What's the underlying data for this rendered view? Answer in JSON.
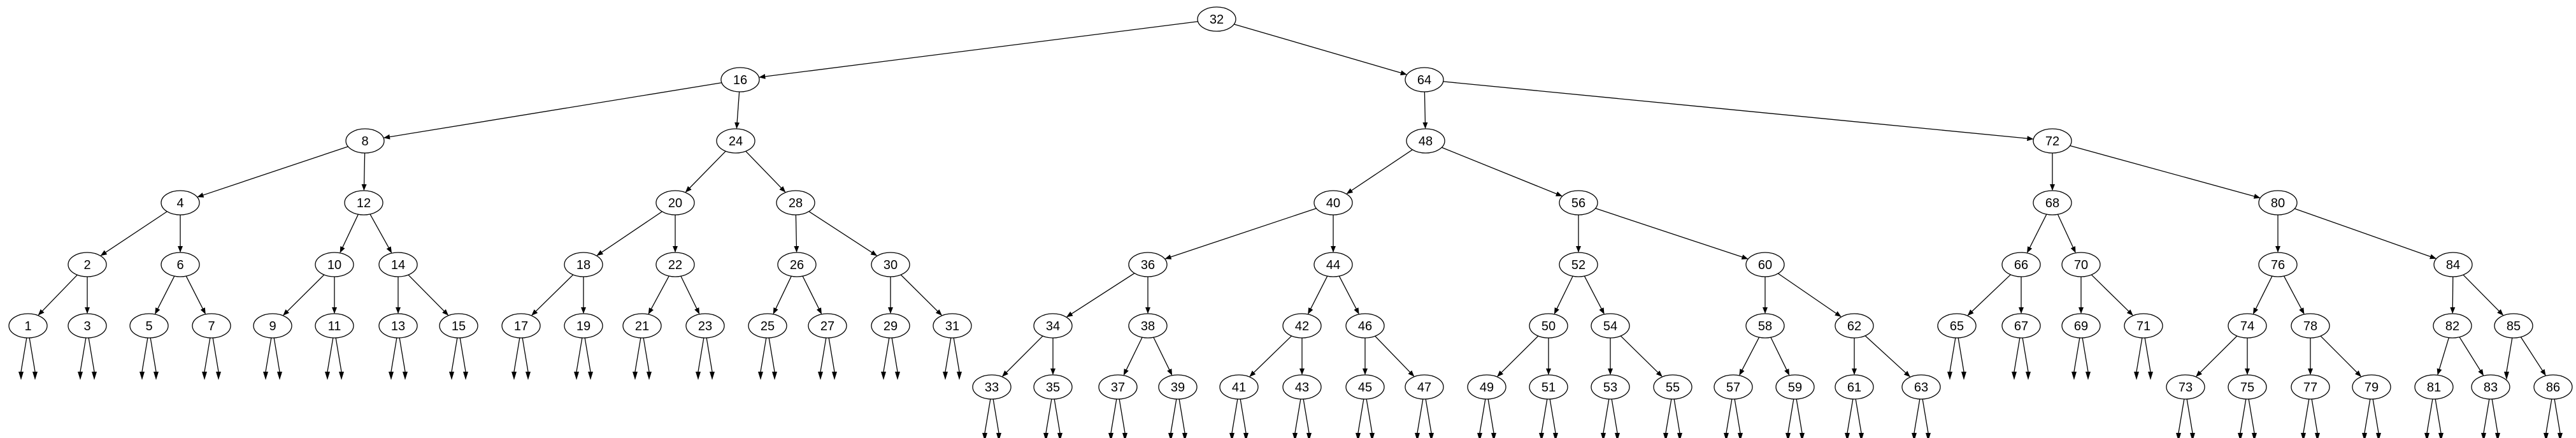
{
  "tree": {
    "root": "32",
    "nodes": [
      {
        "key": "32",
        "left": "16",
        "right": "64"
      },
      {
        "key": "16",
        "left": "8",
        "right": "24"
      },
      {
        "key": "64",
        "left": "48",
        "right": "72"
      },
      {
        "key": "8",
        "left": "4",
        "right": "12"
      },
      {
        "key": "24",
        "left": "20",
        "right": "28"
      },
      {
        "key": "48",
        "left": "40",
        "right": "56"
      },
      {
        "key": "72",
        "left": "68",
        "right": "80"
      },
      {
        "key": "4",
        "left": "2",
        "right": "6"
      },
      {
        "key": "12",
        "left": "10",
        "right": "14"
      },
      {
        "key": "20",
        "left": "18",
        "right": "22"
      },
      {
        "key": "28",
        "left": "26",
        "right": "30"
      },
      {
        "key": "40",
        "left": "36",
        "right": "44"
      },
      {
        "key": "56",
        "left": "52",
        "right": "60"
      },
      {
        "key": "68",
        "left": "66",
        "right": "70"
      },
      {
        "key": "80",
        "left": "76",
        "right": "84"
      },
      {
        "key": "2",
        "left": "1",
        "right": "3"
      },
      {
        "key": "6",
        "left": "5",
        "right": "7"
      },
      {
        "key": "10",
        "left": "9",
        "right": "11"
      },
      {
        "key": "14",
        "left": "13",
        "right": "15"
      },
      {
        "key": "18",
        "left": "17",
        "right": "19"
      },
      {
        "key": "22",
        "left": "21",
        "right": "23"
      },
      {
        "key": "26",
        "left": "25",
        "right": "27"
      },
      {
        "key": "30",
        "left": "29",
        "right": "31"
      },
      {
        "key": "36",
        "left": "34",
        "right": "38"
      },
      {
        "key": "44",
        "left": "42",
        "right": "46"
      },
      {
        "key": "52",
        "left": "50",
        "right": "54"
      },
      {
        "key": "60",
        "left": "58",
        "right": "62"
      },
      {
        "key": "66",
        "left": "65",
        "right": "67"
      },
      {
        "key": "70",
        "left": "69",
        "right": "71"
      },
      {
        "key": "76",
        "left": "74",
        "right": "78"
      },
      {
        "key": "84",
        "left": "82",
        "right": "85"
      },
      {
        "key": "1",
        "left": null,
        "right": null
      },
      {
        "key": "3",
        "left": null,
        "right": null
      },
      {
        "key": "5",
        "left": null,
        "right": null
      },
      {
        "key": "7",
        "left": null,
        "right": null
      },
      {
        "key": "9",
        "left": null,
        "right": null
      },
      {
        "key": "11",
        "left": null,
        "right": null
      },
      {
        "key": "13",
        "left": null,
        "right": null
      },
      {
        "key": "15",
        "left": null,
        "right": null
      },
      {
        "key": "17",
        "left": null,
        "right": null
      },
      {
        "key": "19",
        "left": null,
        "right": null
      },
      {
        "key": "21",
        "left": null,
        "right": null
      },
      {
        "key": "23",
        "left": null,
        "right": null
      },
      {
        "key": "25",
        "left": null,
        "right": null
      },
      {
        "key": "27",
        "left": null,
        "right": null
      },
      {
        "key": "29",
        "left": null,
        "right": null
      },
      {
        "key": "31",
        "left": null,
        "right": null
      },
      {
        "key": "34",
        "left": "33",
        "right": "35"
      },
      {
        "key": "38",
        "left": "37",
        "right": "39"
      },
      {
        "key": "42",
        "left": "41",
        "right": "43"
      },
      {
        "key": "46",
        "left": "45",
        "right": "47"
      },
      {
        "key": "50",
        "left": "49",
        "right": "51"
      },
      {
        "key": "54",
        "left": "53",
        "right": "55"
      },
      {
        "key": "58",
        "left": "57",
        "right": "59"
      },
      {
        "key": "62",
        "left": "61",
        "right": "63"
      },
      {
        "key": "65",
        "left": null,
        "right": null
      },
      {
        "key": "67",
        "left": null,
        "right": null
      },
      {
        "key": "69",
        "left": null,
        "right": null
      },
      {
        "key": "71",
        "left": null,
        "right": null
      },
      {
        "key": "74",
        "left": "73",
        "right": "75"
      },
      {
        "key": "78",
        "left": "77",
        "right": "79"
      },
      {
        "key": "82",
        "left": "81",
        "right": "83"
      },
      {
        "key": "85",
        "left": null,
        "right": "86"
      },
      {
        "key": "33",
        "left": null,
        "right": null
      },
      {
        "key": "35",
        "left": null,
        "right": null
      },
      {
        "key": "37",
        "left": null,
        "right": null
      },
      {
        "key": "39",
        "left": null,
        "right": null
      },
      {
        "key": "41",
        "left": null,
        "right": null
      },
      {
        "key": "43",
        "left": null,
        "right": null
      },
      {
        "key": "45",
        "left": null,
        "right": null
      },
      {
        "key": "47",
        "left": null,
        "right": null
      },
      {
        "key": "49",
        "left": null,
        "right": null
      },
      {
        "key": "51",
        "left": null,
        "right": null
      },
      {
        "key": "53",
        "left": null,
        "right": null
      },
      {
        "key": "55",
        "left": null,
        "right": null
      },
      {
        "key": "57",
        "left": null,
        "right": null
      },
      {
        "key": "59",
        "left": null,
        "right": null
      },
      {
        "key": "61",
        "left": null,
        "right": null
      },
      {
        "key": "63",
        "left": null,
        "right": null
      },
      {
        "key": "73",
        "left": null,
        "right": null
      },
      {
        "key": "75",
        "left": null,
        "right": null
      },
      {
        "key": "77",
        "left": null,
        "right": null
      },
      {
        "key": "79",
        "left": null,
        "right": null
      },
      {
        "key": "81",
        "left": null,
        "right": null
      },
      {
        "key": "83",
        "left": null,
        "right": null
      },
      {
        "key": "86",
        "left": null,
        "right": null
      }
    ]
  }
}
